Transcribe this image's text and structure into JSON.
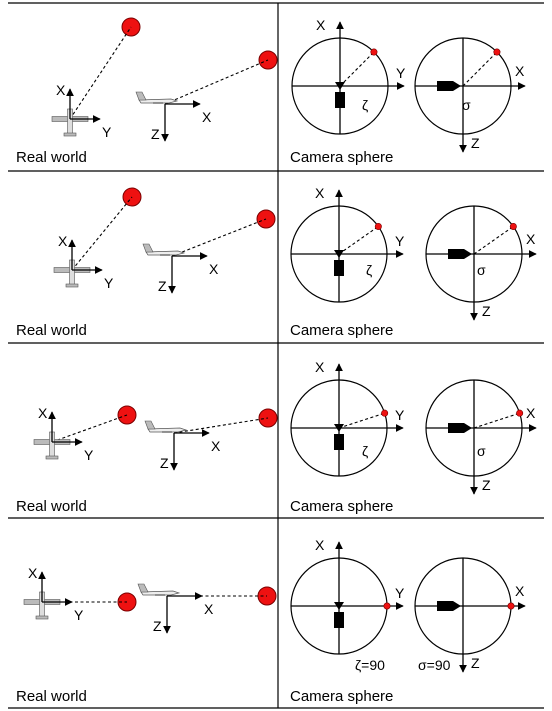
{
  "panels": [
    {
      "real_world_caption": "Real world",
      "camera_caption": "Camera sphere",
      "top_view": {
        "axis_x": "X",
        "axis_y": "Y"
      },
      "side_view": {
        "axis_x": "X",
        "axis_z": "Z"
      },
      "sphere_yx": {
        "axis_x": "X",
        "axis_y": "Y",
        "angle_label": "ζ"
      },
      "sphere_xz": {
        "axis_x": "X",
        "axis_z": "Z",
        "angle_label": "σ"
      }
    },
    {
      "real_world_caption": "Real world",
      "camera_caption": "Camera sphere",
      "top_view": {
        "axis_x": "X",
        "axis_y": "Y"
      },
      "side_view": {
        "axis_x": "X",
        "axis_z": "Z"
      },
      "sphere_yx": {
        "axis_x": "X",
        "axis_y": "Y",
        "angle_label": "ζ"
      },
      "sphere_xz": {
        "axis_x": "X",
        "axis_z": "Z",
        "angle_label": "σ"
      }
    },
    {
      "real_world_caption": "Real world",
      "camera_caption": "Camera sphere",
      "top_view": {
        "axis_x": "X",
        "axis_y": "Y"
      },
      "side_view": {
        "axis_x": "X",
        "axis_z": "Z"
      },
      "sphere_yx": {
        "axis_x": "X",
        "axis_y": "Y",
        "angle_label": "ζ"
      },
      "sphere_xz": {
        "axis_x": "X",
        "axis_z": "Z",
        "angle_label": "σ"
      }
    },
    {
      "real_world_caption": "Real world",
      "camera_caption": "Camera sphere",
      "top_view": {
        "axis_x": "X",
        "axis_y": "Y"
      },
      "side_view": {
        "axis_x": "X",
        "axis_z": "Z"
      },
      "sphere_yx": {
        "axis_x": "X",
        "axis_y": "Y",
        "angle_label": "ζ=90"
      },
      "sphere_xz": {
        "axis_x": "X",
        "axis_z": "Z",
        "angle_label": "σ=90"
      }
    }
  ],
  "colors": {
    "target": "#ee1111",
    "target_outline": "#7a0000",
    "line": "#000000",
    "aircraft": "#bbbbbb"
  }
}
